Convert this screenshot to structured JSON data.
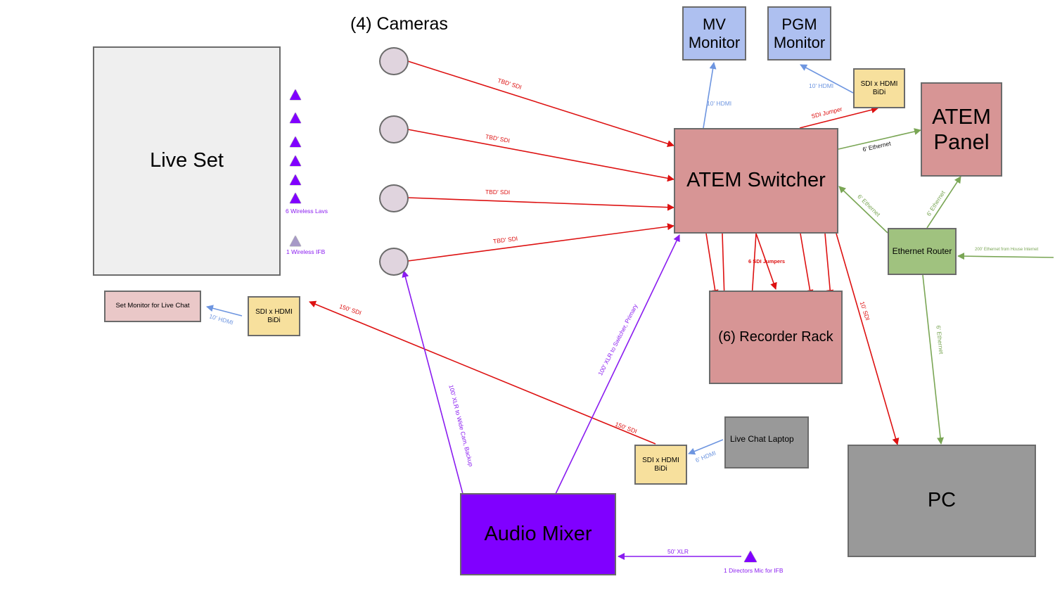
{
  "title": "Live Production Signal Flow",
  "colors": {
    "sdi": "#dd1111",
    "hdmi": "#6d95e0",
    "ethernet": "#7aa655",
    "audio": "#8a1cf0",
    "monitor_fill": "#aec0f0",
    "switcher_fill": "#d79595",
    "converter_fill": "#f7e09d",
    "router_fill": "#a0c27f",
    "pc_fill": "#999999",
    "mixer_fill": "#8000ff",
    "set_fill": "#efefef",
    "set_monitor_fill": "#eac8c8",
    "camera_fill": "#e0d4de"
  },
  "headings": {
    "cameras": "(4) Cameras"
  },
  "nodes": {
    "live_set": "Live Set",
    "mv_monitor": "MV\nMonitor",
    "pgm_monitor": "PGM\nMonitor",
    "bidi_pgm": "SDI x HDMI\nBiDi",
    "atem_panel": "ATEM\nPanel",
    "atem_switcher": "ATEM Switcher",
    "ethernet_router": "Ethernet Router",
    "recorder_rack": "(6) Recorder Rack",
    "set_monitor": "Set Monitor for Live Chat",
    "bidi_set": "SDI x HDMI\nBiDi",
    "bidi_laptop": "SDI x HDMI\nBiDi",
    "live_chat_laptop": "Live Chat Laptop",
    "pc": "PC",
    "audio_mixer": "Audio Mixer"
  },
  "devices": {
    "wireless_lavs_label": "6 Wireless Lavs",
    "wireless_lavs_count": 6,
    "wireless_ifb_label": "1 Wireless IFB",
    "directors_mic_label": "1 Directors Mic for IFB"
  },
  "cables": {
    "cam1": "TBD' SDI",
    "cam2": "TBD' SDI",
    "cam3": "TBD' SDI",
    "cam4": "TBD' SDI",
    "mv_hdmi": "10' HDMI",
    "pgm_hdmi": "10' HDMI",
    "sdi_jumper": "SDI Jumper",
    "panel_ethernet": "6' Ethernet",
    "router_switcher": "6' Ethernet",
    "router_panel": "6' Ethernet",
    "house_internet": "200' Ethernet from House Internet",
    "recorder_jumpers": "6 SDI Jumpers",
    "pc_sdi": "10' SDI",
    "router_pc": "6' Ethernet",
    "set_hdmi": "10' HDMI",
    "set_sdi_1": "150' SDI",
    "set_sdi_2": "150' SDI",
    "laptop_hdmi": "6' HDMI",
    "xlr_wide": "100' XLR to Wide Cam, Backup",
    "xlr_switcher": "100' XLR to Switcher, Primary",
    "xlr_director": "50'  XLR"
  }
}
